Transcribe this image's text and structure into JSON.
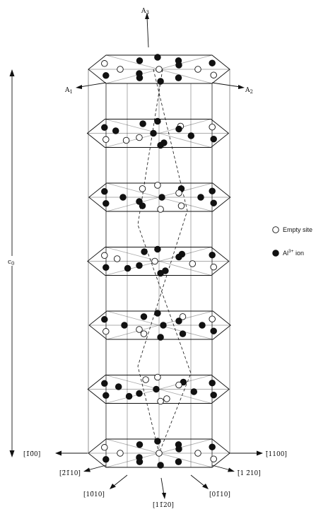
{
  "figure": {
    "axis_labels": {
      "a3": "A",
      "a3_sub": "3",
      "a1": "A",
      "a1_sub": "1",
      "a2": "A",
      "a2_sub": "2",
      "c0": "c",
      "c0_sub": "0"
    },
    "directions": {
      "d_1_bar1_00": "[1̄0̄0]",
      "d_bar1_100": "[̄1100]",
      "d_2_bar1_bar1_0": "[2̄1̄10]",
      "d_bar1_2_bar1_0": "[̄1 2̄10]",
      "d_10_bar1_0": "[10̄10]",
      "d_01_bar1_0": "[01̄10]",
      "d_11_bar2_0": "[11̄20]"
    },
    "legend": {
      "empty_site": "Empty site",
      "al_ion": "Al",
      "al_ion_sup": "3+",
      "al_ion_suffix": " ion"
    },
    "colors": {
      "ion_fill": "#111111",
      "empty_fill": "#ffffff",
      "line": "#111111"
    }
  }
}
